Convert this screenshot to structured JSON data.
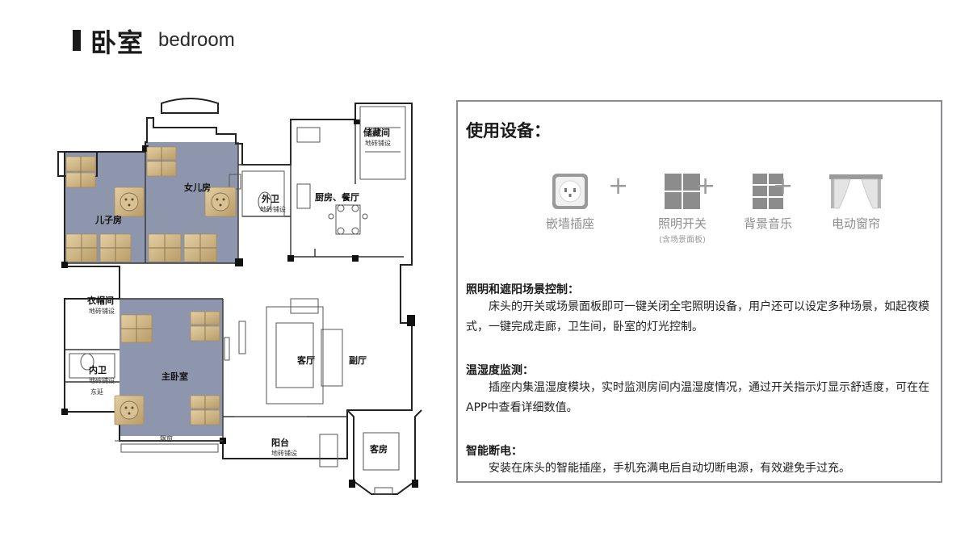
{
  "header": {
    "title_zh": "卧室",
    "title_en": "bedroom"
  },
  "floorplan": {
    "rooms": {
      "daughter": "女儿房",
      "son": "儿子房",
      "outer_bath": "外卫",
      "kitchen_dining": "厨房、餐厅",
      "storage": "储藏间",
      "wardrobe": "衣帽间",
      "master": "主卧室",
      "inner_bath": "内卫",
      "living": "客厅",
      "side_hall": "副厅",
      "balcony": "阳台",
      "guest": "客房",
      "bay_east": "东延",
      "bay_south": "飘窗"
    },
    "floor_note": "地砖铺设"
  },
  "panel": {
    "heading": "使用设备：",
    "devices": [
      {
        "icon": "socket-icon",
        "label": "嵌墙插座",
        "sub": ""
      },
      {
        "icon": "light-switch-icon",
        "label": "照明开关",
        "sub": "(含场景面板)"
      },
      {
        "icon": "music-panel-icon",
        "label": "背景音乐",
        "sub": ""
      },
      {
        "icon": "curtain-icon",
        "label": "电动窗帘",
        "sub": ""
      }
    ],
    "sections": [
      {
        "title": "照明和遮阳场景控制：",
        "body": "床头的开关或场景面板即可一键关闭全宅照明设备，用户还可以设定多种场景，如起夜模式，一键完成走廊，卫生间，卧室的灯光控制。"
      },
      {
        "title": "温湿度监测：",
        "body": "插座内集温湿度模块，实时监测房间内温湿度情况，通过开关指示灯显示舒适度，可在在APP中查看详细数值。"
      },
      {
        "title": "智能断电：",
        "body": "安装在床头的智能插座，手机充满电后自动切断电源，有效避免手过充。"
      }
    ]
  },
  "colors": {
    "panel_border": "#8a8d96",
    "bedroom_fill": "#8d96ad",
    "gold": "#c9ae7f",
    "icon_gray": "#8c8c8c"
  }
}
